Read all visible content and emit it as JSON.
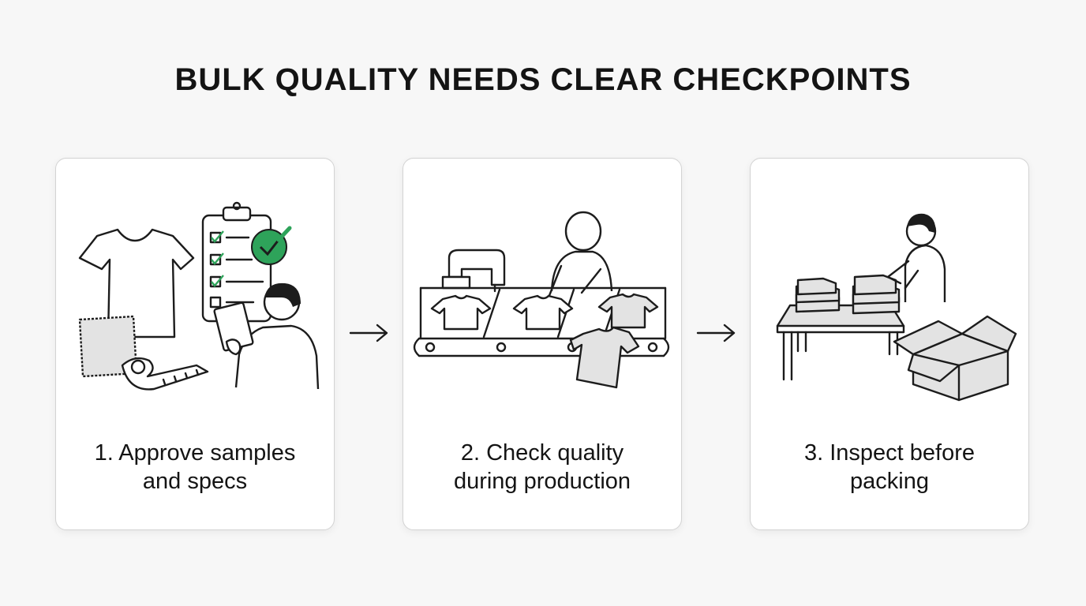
{
  "title": "BULK QUALITY NEEDS CLEAR CHECKPOINTS",
  "accent_color": "#2ea35a",
  "steps": [
    {
      "line1": "1. Approve samples",
      "line2": "and specs",
      "icon": "approve-samples-illustration"
    },
    {
      "line1": "2. Check quality",
      "line2": "during production",
      "icon": "production-line-illustration"
    },
    {
      "line1": "3. Inspect before",
      "line2": "packing",
      "icon": "packing-inspection-illustration"
    }
  ],
  "arrows": [
    "arrow-right-icon",
    "arrow-right-icon"
  ]
}
